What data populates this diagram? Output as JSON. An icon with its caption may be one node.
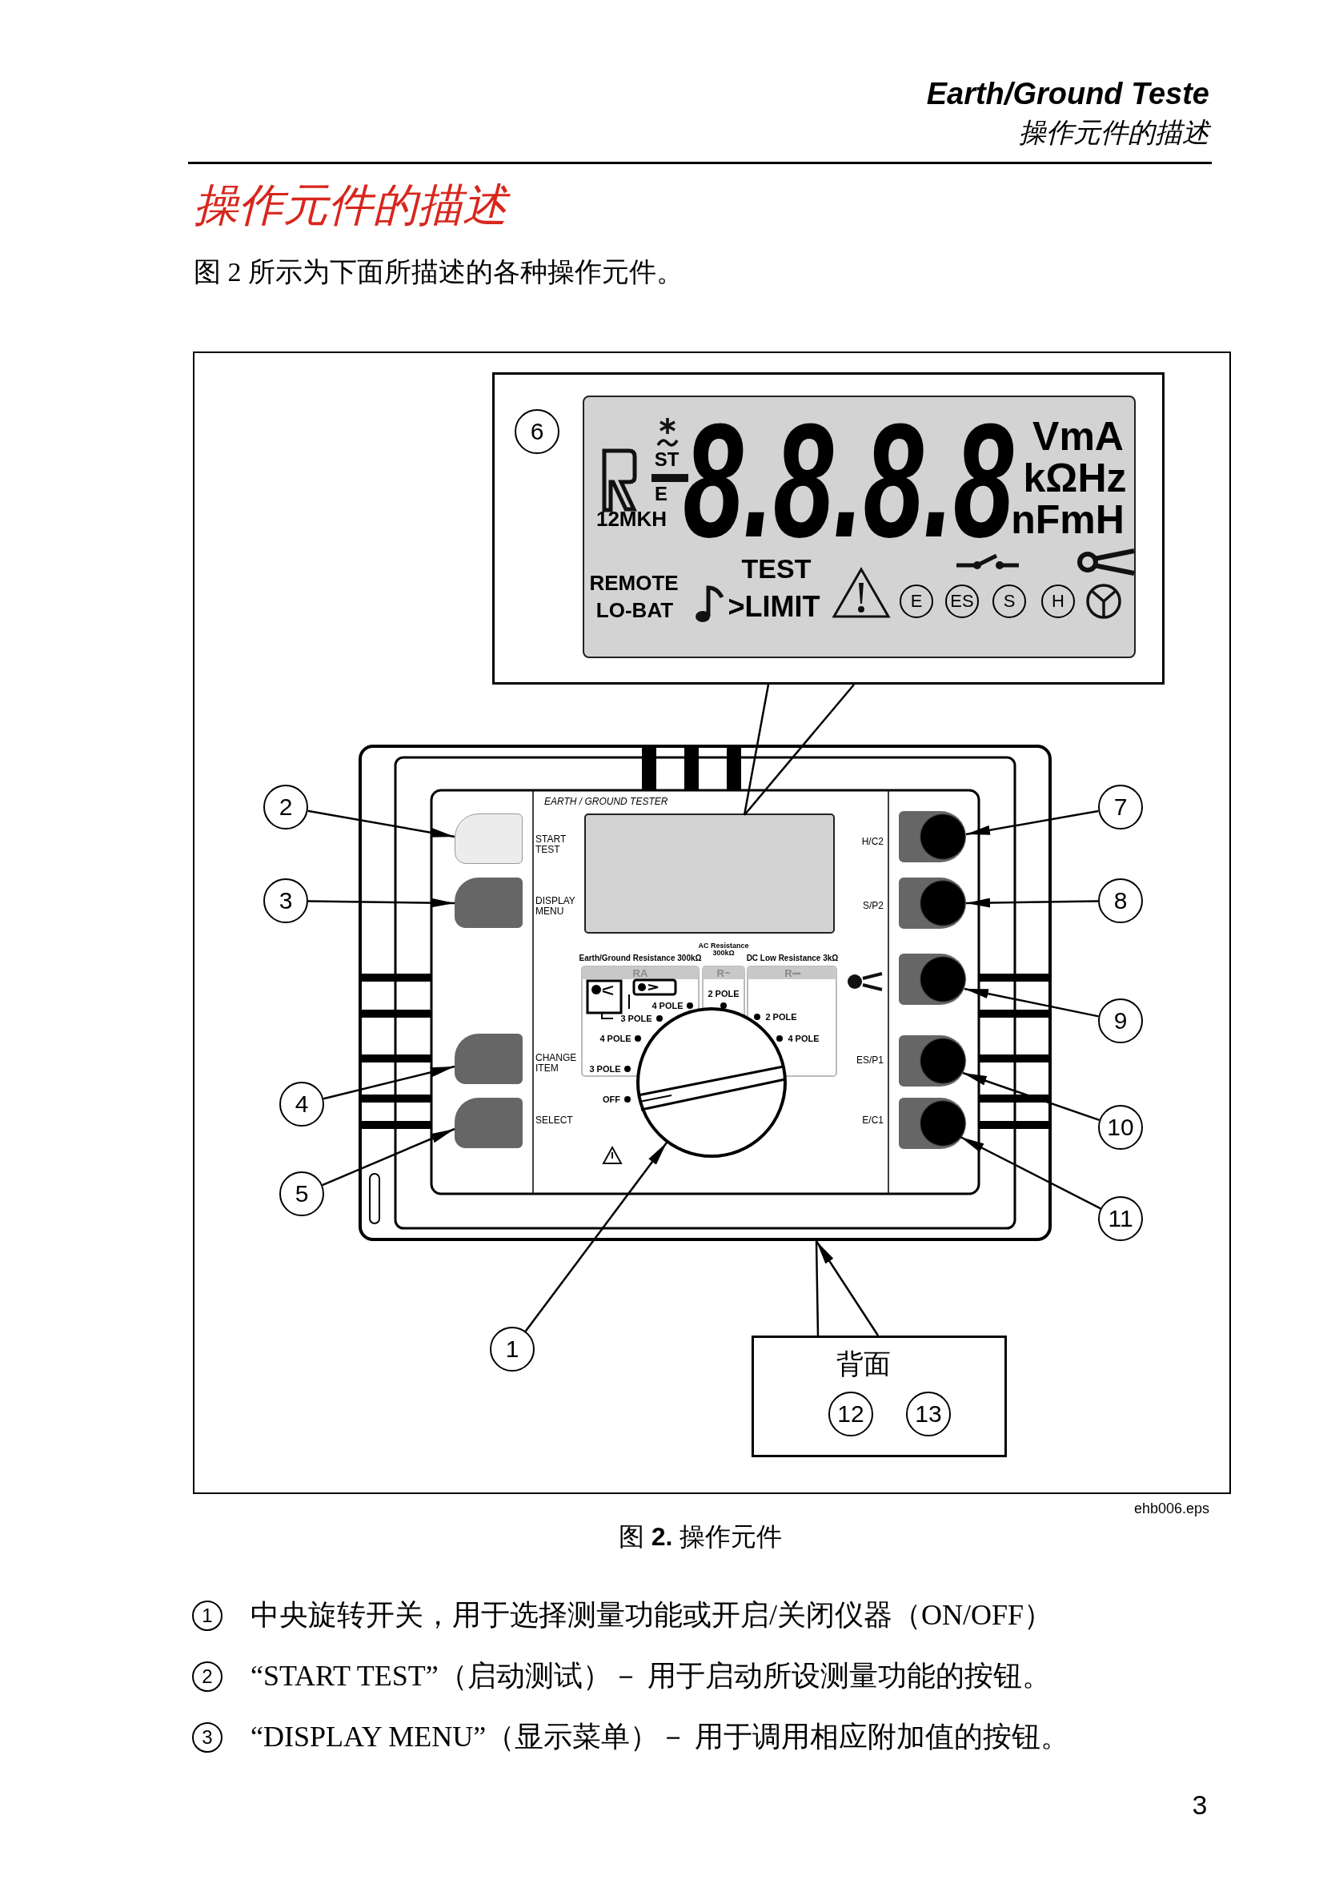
{
  "diagram": {
    "title": "操作元件的描述",
    "caption": "图 **2.** 操作元件",
    "nodes": [
      {
        "text": [],
        "shape": "box"
      },
      {
        "text": [
          "6"
        ],
        "in": 0
      },
      {
        "text": [],
        "shape": "box"
      },
      {
        "text": [],
        "shape": "box",
        "in": 2
      },
      {
        "text": [],
        "shape": "box",
        "in": 2,
        "beside": [
          "START TEST"
        ]
      },
      {
        "text": [],
        "shape": "box",
        "in": 2,
        "beside": [
          "DISPLAY MENU"
        ]
      },
      {
        "text": [],
        "shape": "box",
        "in": 2,
        "beside": [
          "CHANGE ITEM"
        ]
      },
      {
        "text": [],
        "shape": "box",
        "in": 2,
        "beside": [
          "SELECT"
        ]
      },
      {
        "text": [],
        "shape": "circle",
        "in": 2
      },
      {
        "text": [],
        "shape": "circle",
        "in": 2,
        "beside": [
          "H/C2"
        ]
      },
      {
        "text": [],
        "shape": "circle",
        "in": 2,
        "beside": [
          "S/P2"
        ]
      },
      {
        "text": [],
        "shape": "circle",
        "in": 2
      },
      {
        "text": [],
        "shape": "circle",
        "in": 2,
        "beside": [
          "ES/P1"
        ]
      },
      {
        "text": [],
        "shape": "circle",
        "in": 2,
        "beside": [
          "E/C1"
        ]
      },
      {
        "text": [
          "2"
        ]
      },
      {
        "text": [
          "3"
        ]
      },
      {
        "text": [
          "4"
        ]
      },
      {
        "text": [
          "5"
        ]
      },
      {
        "text": [
          "1"
        ]
      },
      {
        "text": [
          "7"
        ]
      },
      {
        "text": [
          "8"
        ]
      },
      {
        "text": [
          "9"
        ]
      },
      {
        "text": [
          "10"
        ]
      },
      {
        "text": [
          "11"
        ]
      },
      {
        "text": [
          "背面"
        ]
      },
      {
        "text": [
          "12"
        ],
        "in": 24
      },
      {
        "text": [
          "13"
        ],
        "in": 24
      }
    ],
    "edges": [
      {
        "from": 0,
        "to": 3,
        "arrow": "none"
      },
      {
        "from": 14,
        "to": 4,
        "arrow": "to"
      },
      {
        "from": 15,
        "to": 5,
        "arrow": "to"
      },
      {
        "from": 16,
        "to": 6,
        "arrow": "to"
      },
      {
        "from": 17,
        "to": 7,
        "arrow": "to"
      },
      {
        "from": 18,
        "to": 8,
        "arrow": "to"
      },
      {
        "from": 19,
        "to": 9,
        "arrow": "to"
      },
      {
        "from": 20,
        "to": 10,
        "arrow": "to"
      },
      {
        "from": 21,
        "to": 11,
        "arrow": "to"
      },
      {
        "from": 22,
        "to": 12,
        "arrow": "to"
      },
      {
        "from": 23,
        "to": 13,
        "arrow": "to"
      },
      {
        "from": 24,
        "to": 2,
        "arrow": "to"
      }
    ],
    "labels": [
      "Earth/Ground Teste",
      "操作元件的描述",
      "图 2 所示为下面所描述的各种操作元件。",
      "12MKH",
      "ST",
      "E",
      "8.8.8.8",
      "VmA",
      "kΩHz",
      "nFmH",
      "TEST",
      "REMOTE",
      "LO-BAT",
      ">LIMIT",
      "E",
      "ES",
      "S",
      "H",
      "EARTH / GROUND TESTER",
      "Earth/Ground Resistance 300kΩ",
      "AC Resistance 300kΩ",
      "DC Low Resistance 3kΩ",
      "RA",
      "R~",
      "R⎓",
      "2 POLE",
      "4 POLE",
      "3 POLE",
      "2 POLE",
      "4 POLE",
      "4 POLE",
      "3 POLE",
      "OFF",
      "ehb006.eps",
      "1",
      "中央旋转开关，用于选择测量功能或开启/关闭仪器（ON/OFF）",
      "2",
      "“START TEST”（启动测试）－ 用于启动所设测量功能的按钮。",
      "3",
      "“DISPLAY MENU”（显示菜单）－ 用于调用相应附加值的按钮。",
      "3"
    ]
  }
}
